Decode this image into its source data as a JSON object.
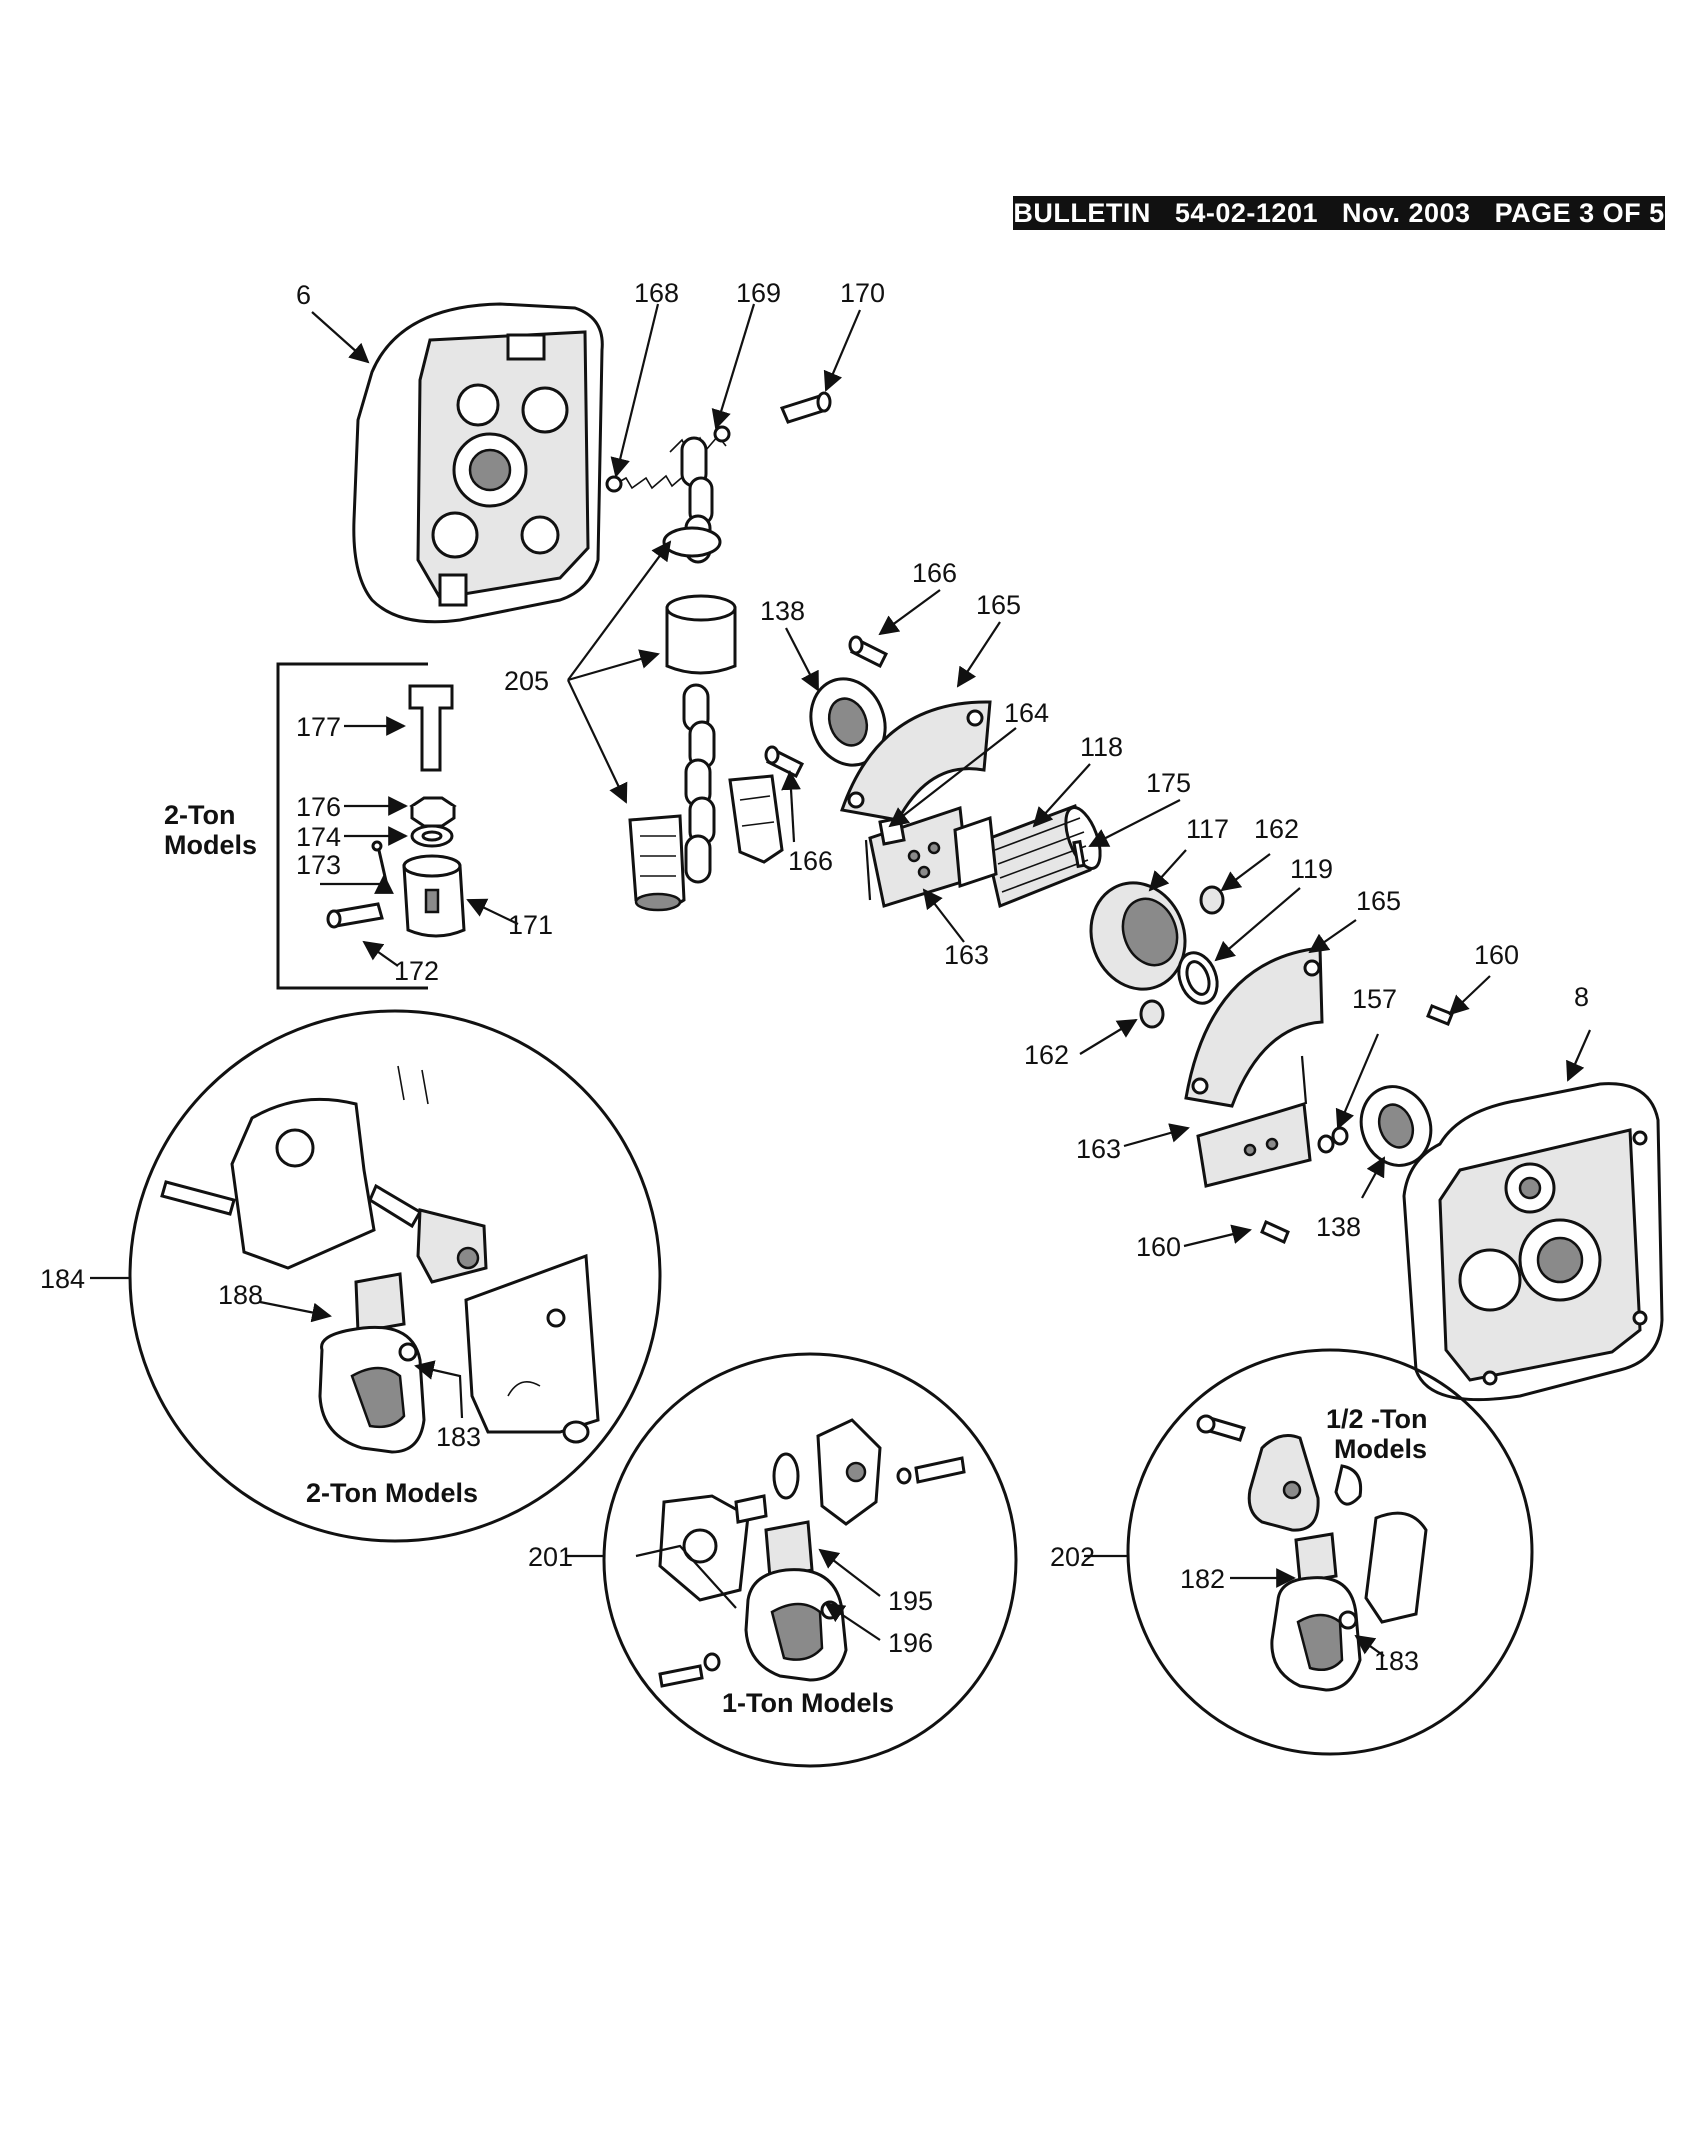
{
  "header": {
    "bulletin_label": "BULLETIN",
    "bulletin_number": "54-02-1201",
    "date": "Nov. 2003",
    "page": "PAGE 3 OF 5"
  },
  "callouts": {
    "c6": "6",
    "c168": "168",
    "c169": "169",
    "c170": "170",
    "c205": "205",
    "c138a": "138",
    "c166a": "166",
    "c165a": "165",
    "c164": "164",
    "c118": "118",
    "c175": "175",
    "c117": "117",
    "c162a": "162",
    "c119": "119",
    "c165b": "165",
    "c166b": "166",
    "c163a": "163",
    "c162b": "162",
    "c160a": "160",
    "c8": "8",
    "c157": "157",
    "c163b": "163",
    "c138b": "138",
    "c160b": "160",
    "c177": "177",
    "c176": "176",
    "c174": "174",
    "c173": "173",
    "c171": "171",
    "c172": "172",
    "c184": "184",
    "c188": "188",
    "c183a": "183",
    "c201": "201",
    "c195": "195",
    "c196": "196",
    "c202": "202",
    "c182": "182",
    "c183b": "183"
  },
  "labels": {
    "two_ton_box_line1": "2-Ton",
    "two_ton_box_line2": "Models",
    "two_ton_circle": "2-Ton Models",
    "one_ton_circle": "1-Ton Models",
    "half_ton_line1": "1/2 -Ton",
    "half_ton_line2": "Models"
  }
}
